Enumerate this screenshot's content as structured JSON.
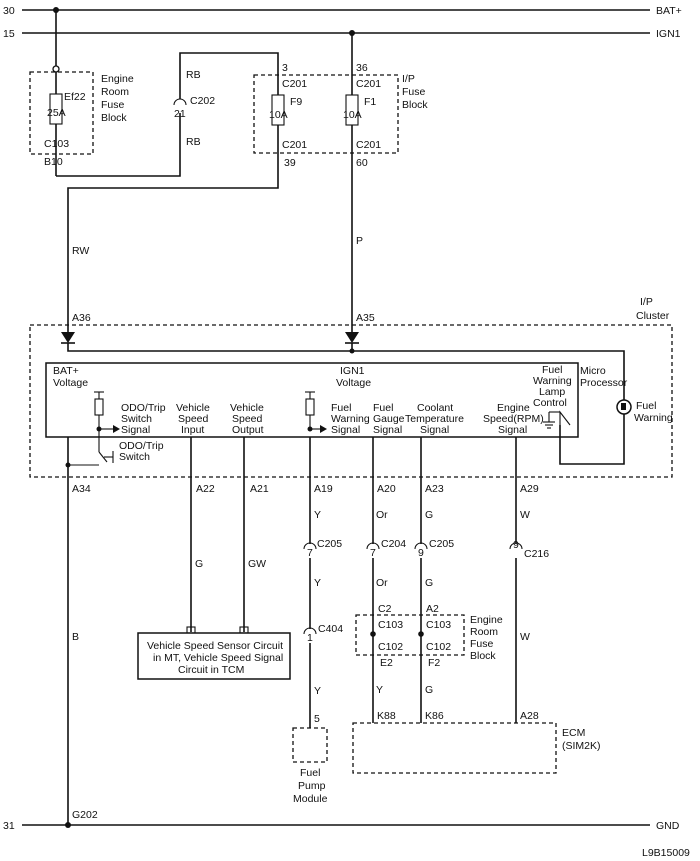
{
  "rails": {
    "bat_num": "30",
    "bat_label": "BAT+",
    "ign_num": "15",
    "ign_label": "IGN1",
    "gnd_num": "31",
    "gnd_label": "GND"
  },
  "engine_fuse": {
    "name": "Ef22",
    "rating": "25A",
    "connector": "C103",
    "pin": "B10",
    "block_line1": "Engine",
    "block_line2": "Room",
    "block_line3": "Fuse",
    "block_line4": "Block"
  },
  "c202": {
    "name": "C202",
    "pin": "21",
    "wire_top": "RB",
    "wire_bottom": "RB"
  },
  "ip_fuses": {
    "f9": {
      "name": "F9",
      "rating": "10A",
      "top_pin": "3",
      "top_conn": "C201",
      "bottom_conn": "C201",
      "bottom_pin": "39"
    },
    "f1": {
      "name": "F1",
      "rating": "10A",
      "top_pin": "36",
      "top_conn": "C201",
      "bottom_conn": "C201",
      "bottom_pin": "60"
    },
    "block_line1": "I/P",
    "block_line2": "Fuse",
    "block_line3": "Block"
  },
  "wires": {
    "rw": "RW",
    "p": "P",
    "b": "B",
    "g": "G",
    "gw": "GW",
    "y1": "Y",
    "y2": "Y",
    "y3": "Y",
    "or1": "Or",
    "or2": "Or",
    "g1": "G",
    "g2": "G",
    "w1": "W",
    "w2": "W"
  },
  "cluster": {
    "title_line1": "I/P",
    "title_line2": "Cluster",
    "pin_a36": "A36",
    "pin_a35": "A35",
    "bat_line1": "BAT+",
    "bat_line2": "Voltage",
    "ign_line1": "IGN1",
    "ign_line2": "Voltage",
    "odo_line1": "ODO/Trip",
    "odo_line2": "Switch",
    "odo_line3": "Signal",
    "vsi_line1": "Vehicle",
    "vsi_line2": "Speed",
    "vsi_line3": "Input",
    "vso_line1": "Vehicle",
    "vso_line2": "Speed",
    "vso_line3": "Output",
    "fws_line1": "Fuel",
    "fws_line2": "Warning",
    "fws_line3": "Signal",
    "fgs_line1": "Fuel",
    "fgs_line2": "Gauge",
    "fgs_line3": "Signal",
    "cts_line1": "Coolant",
    "cts_line2": "Temperature",
    "cts_line3": "Signal",
    "rpm_line1": "Engine",
    "rpm_line2": "Speed(RPM)",
    "rpm_line3": "Signal",
    "fwl_line1": "Fuel",
    "fwl_line2": "Warning",
    "fwl_line3": "Lamp",
    "fwl_line4": "Control",
    "micro_line1": "Micro",
    "micro_line2": "Processor",
    "lamp_line1": "Fuel",
    "lamp_line2": "Warning",
    "sw_line1": "ODO/Trip",
    "sw_line2": "Switch",
    "pin_a34": "A34",
    "pin_a22": "A22",
    "pin_a21": "A21",
    "pin_a19": "A19",
    "pin_a20": "A20",
    "pin_a23": "A23",
    "pin_a29": "A29"
  },
  "connectors": {
    "c205a": "C205",
    "c205a_pin": "7",
    "c204": "C204",
    "c204_pin": "7",
    "c205b": "C205",
    "c205b_pin": "9",
    "c216": "C216",
    "c216_pin": "9",
    "c404": "C404",
    "c404_pin": "1"
  },
  "vss": {
    "line1": "Vehicle Speed Sensor Circuit",
    "line2": "in MT, Vehicle Speed Signal",
    "line3": "Circuit in TCM"
  },
  "engine_fuse_block2": {
    "c2": "C2",
    "a2": "A2",
    "c103_l": "C103",
    "c103_r": "C103",
    "c102_l": "C102",
    "c102_r": "C102",
    "e2": "E2",
    "f2": "F2",
    "line1": "Engine",
    "line2": "Room",
    "line3": "Fuse",
    "line4": "Block"
  },
  "fuel_pump": {
    "pin": "5",
    "line1": "Fuel",
    "line2": "Pump",
    "line3": "Module"
  },
  "ecm": {
    "k88": "K88",
    "k86": "K86",
    "a28": "A28",
    "line1": "ECM",
    "line2": "(SIM2K)"
  },
  "ground": {
    "name": "G202"
  },
  "footer": {
    "code": "L9B15009"
  }
}
